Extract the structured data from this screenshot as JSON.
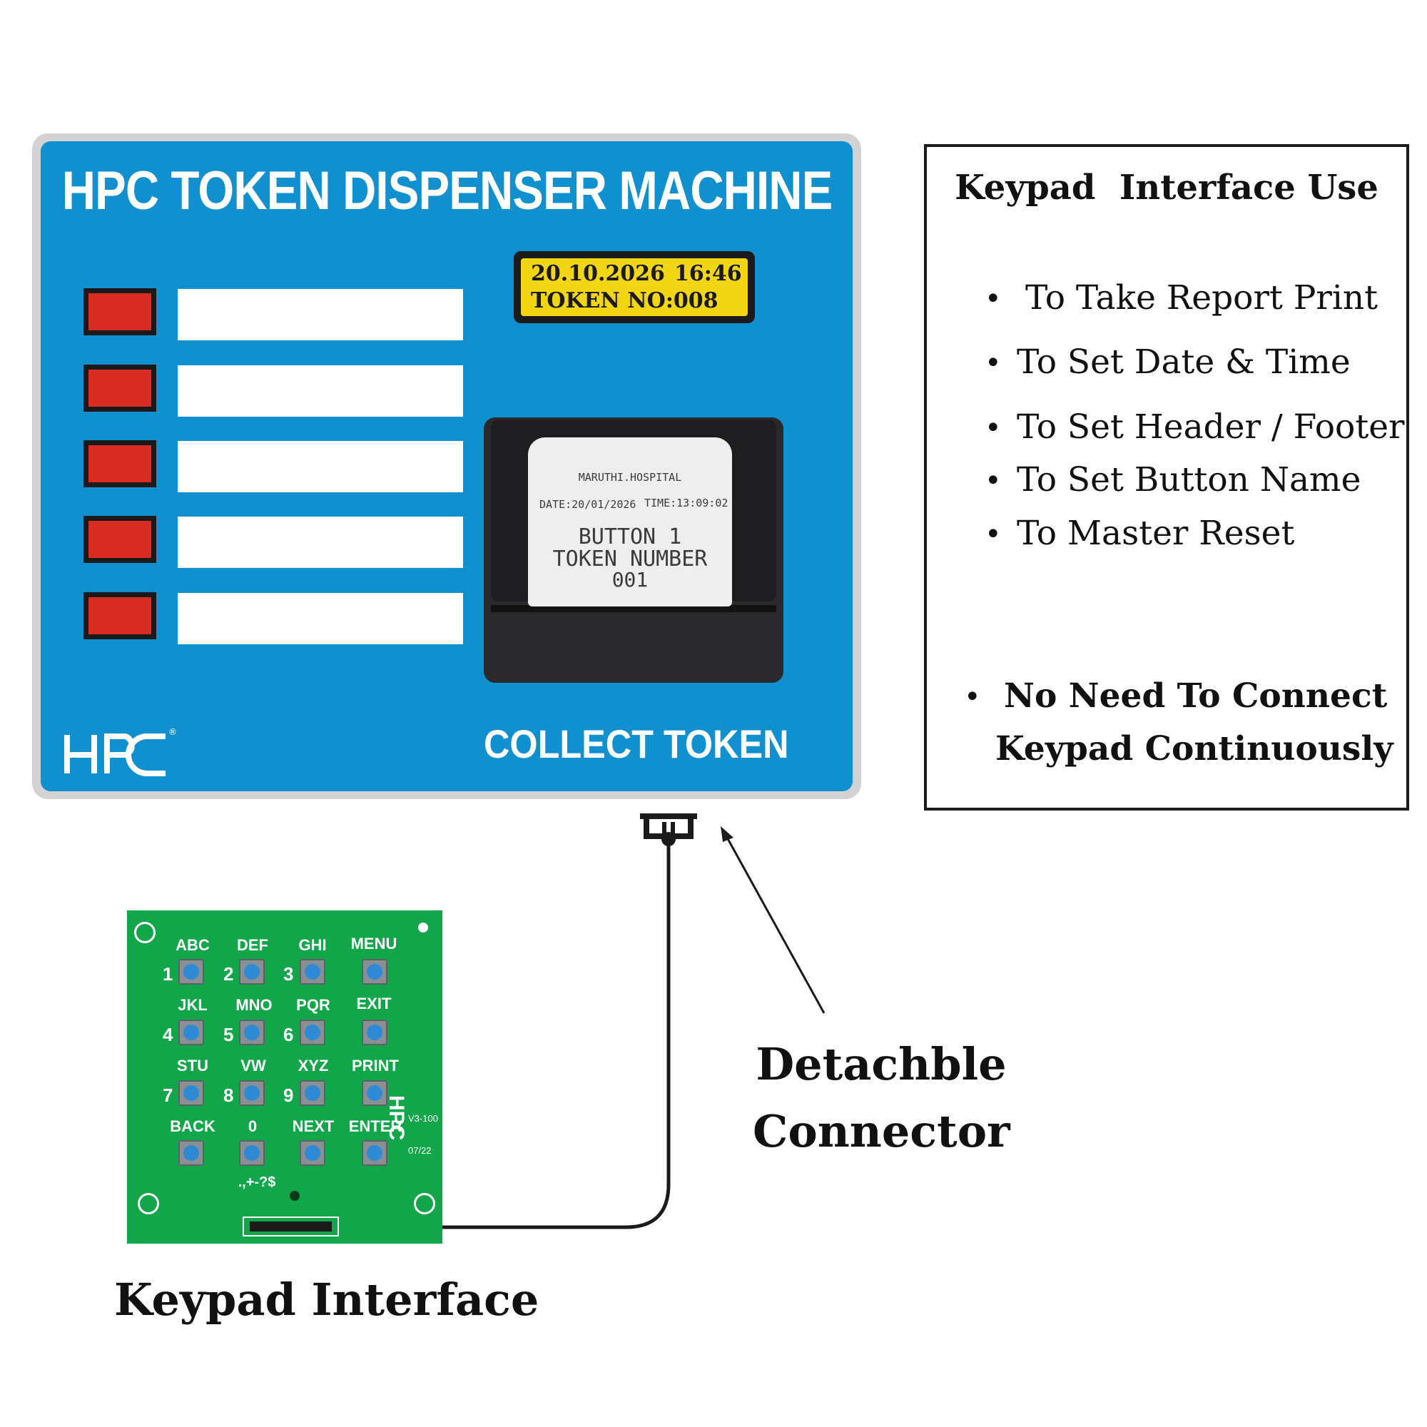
{
  "machine": {
    "title": "HPC TOKEN DISPENSER MACHINE",
    "lcd": {
      "date": "20.10.2026",
      "time": "16:46",
      "token": "TOKEN NO:008"
    },
    "receipt": {
      "header": "MARUTHI.HOSPITAL",
      "date": "DATE:20/01/2026",
      "time": "TIME:13:09:02",
      "button": "BUTTON 1",
      "label": "TOKEN NUMBER",
      "number": "001"
    },
    "collect_label": "COLLECT TOKEN",
    "logo_text": "HPC",
    "registered_mark": "®",
    "button_count": 5
  },
  "info": {
    "title": "Keypad  Interface Use",
    "items": [
      "To Take Report Print",
      "To Set Date & Time",
      "To Set Header / Footer",
      "To Set Button Name",
      "To Master Reset"
    ],
    "note_line1": "No Need To Connect",
    "note_line2": "Keypad Continuously",
    "bullet": "•"
  },
  "keypad": {
    "labels": [
      "ABC",
      "DEF",
      "GHI",
      "MENU",
      "JKL",
      "MNO",
      "PQR",
      "EXIT",
      "STU",
      "VW",
      "XYZ",
      "PRINT",
      "BACK",
      "0",
      "NEXT",
      "ENTER"
    ],
    "numbers": [
      "1",
      "2",
      "3",
      "4",
      "5",
      "6",
      "7",
      "8",
      "9"
    ],
    "symbols": ".,+-?$",
    "brand": "HPC",
    "version": "V3-100",
    "code": "07/22"
  },
  "annotations": {
    "connector_line1": "Detachble",
    "connector_line2": "Connector",
    "keypad_caption": "Keypad Interface"
  },
  "colors": {
    "panel_blue": "#1090ce",
    "button_red": "#d82c22",
    "lcd_yellow": "#f3d613",
    "pcb_green": "#12a64a",
    "key_blue": "#2f8ad6"
  }
}
